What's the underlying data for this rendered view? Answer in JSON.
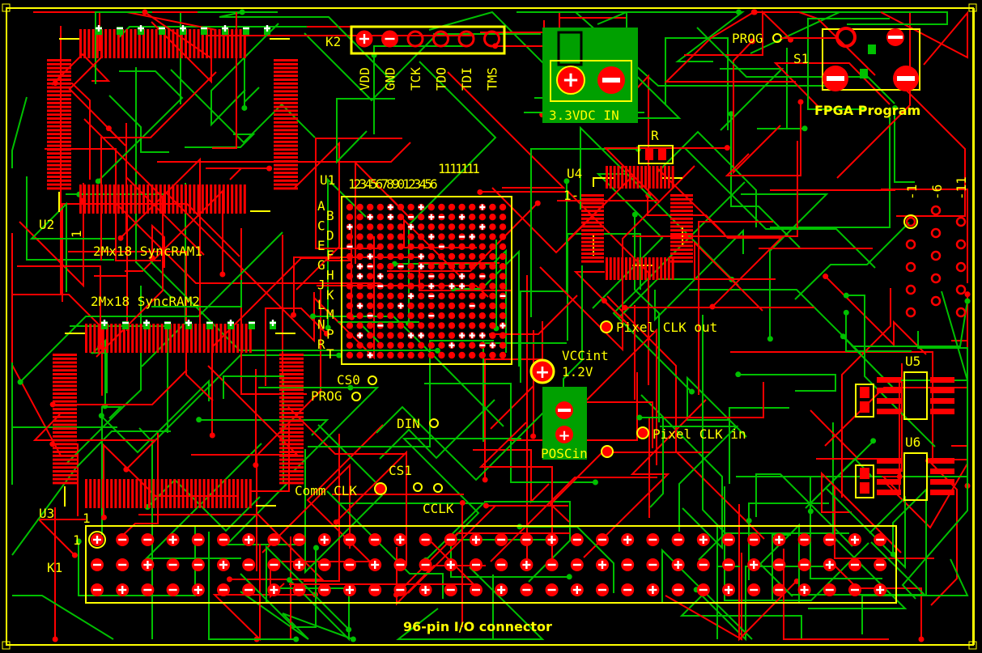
{
  "board": {
    "colors": {
      "background": "#000000",
      "top_copper": "#ff0000",
      "bottom_copper": "#00c000",
      "silkscreen": "#ffff00",
      "pad_mark": "#ffffff"
    }
  },
  "k2": {
    "ref": "K2",
    "pins": [
      "VDD",
      "GND",
      "TCK",
      "TDO",
      "TDI",
      "TMS"
    ]
  },
  "power_in": {
    "label": "3.3VDC IN"
  },
  "s1": {
    "ref": "S1",
    "net": "PROG",
    "caption": "FPGA Program"
  },
  "u1": {
    "ref": "U1",
    "col_tens": "1111111",
    "col_units": "1234567890123456",
    "rows": [
      "A",
      "B",
      "C",
      "D",
      "E",
      "F",
      "G",
      "H",
      "J",
      "K",
      "L",
      "M",
      "N",
      "P",
      "R",
      "T"
    ]
  },
  "u4": {
    "ref": "U4",
    "pin1": "1-",
    "resistor": "R"
  },
  "u2": {
    "ref": "U2",
    "pin1": "1",
    "caption": "2Mx18 SyncRAM1"
  },
  "u3": {
    "ref": "U3",
    "pin1": "1",
    "caption": "2Mx18 SyncRAM2"
  },
  "vga": {
    "labels": [
      "-1",
      "-6",
      "-11"
    ]
  },
  "testpoints": {
    "pixel_clk_out": "Pixel CLK out",
    "vccint": "VCCint",
    "vccint_v": "1.2V",
    "pixel_clk_in": "Pixel CLK in",
    "posc": "POSCin",
    "cs0": "CS0",
    "prog": "PROG",
    "din": "DIN",
    "cs1": "CS1",
    "comm_clk": "Comm CLK",
    "cclk": "CCLK"
  },
  "u5": {
    "ref": "U5"
  },
  "u6": {
    "ref": "U6"
  },
  "k1": {
    "ref": "K1",
    "pin1": "1",
    "caption": "96-pin I/O connector"
  }
}
